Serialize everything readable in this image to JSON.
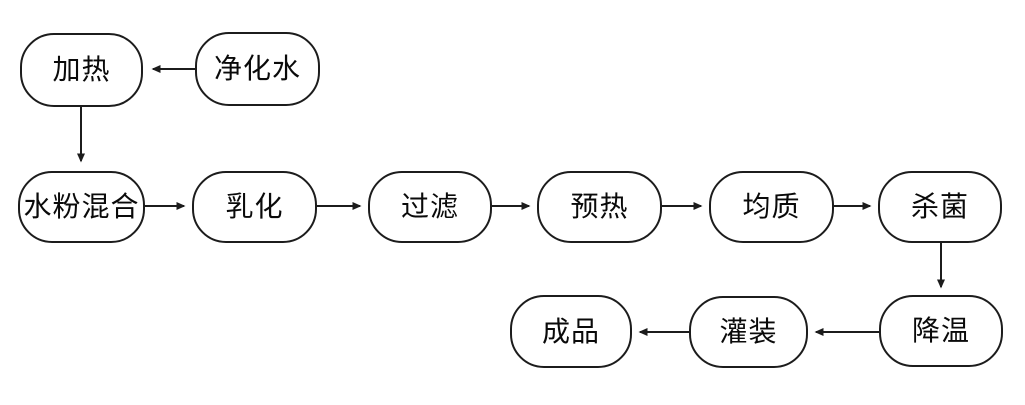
{
  "diagram": {
    "type": "flowchart",
    "title": "",
    "colors": {
      "background": "#ffffff",
      "node_fill": "#ffffff",
      "node_border": "#1c1c1c",
      "text": "#0a0a0a",
      "arrow": "#1c1c1c"
    },
    "nodes": [
      {
        "id": "heating",
        "label": "加热"
      },
      {
        "id": "purified-water",
        "label": "净化水"
      },
      {
        "id": "water-powder-mixing",
        "label": "水粉混合"
      },
      {
        "id": "emulsification",
        "label": "乳化"
      },
      {
        "id": "filtration",
        "label": "过滤"
      },
      {
        "id": "preheating",
        "label": "预热"
      },
      {
        "id": "homogenization",
        "label": "均质"
      },
      {
        "id": "sterilization",
        "label": "杀菌"
      },
      {
        "id": "cooling",
        "label": "降温"
      },
      {
        "id": "filling",
        "label": "灌装"
      },
      {
        "id": "finished-product",
        "label": "成品"
      }
    ],
    "edges": [
      {
        "from": "净化水",
        "to": "加热"
      },
      {
        "from": "加热",
        "to": "水粉混合"
      },
      {
        "from": "水粉混合",
        "to": "乳化"
      },
      {
        "from": "乳化",
        "to": "过滤"
      },
      {
        "from": "过滤",
        "to": "预热"
      },
      {
        "from": "预热",
        "to": "均质"
      },
      {
        "from": "均质",
        "to": "杀菌"
      },
      {
        "from": "杀菌",
        "to": "降温"
      },
      {
        "from": "降温",
        "to": "灌装"
      },
      {
        "from": "灌装",
        "to": "成品"
      }
    ]
  }
}
